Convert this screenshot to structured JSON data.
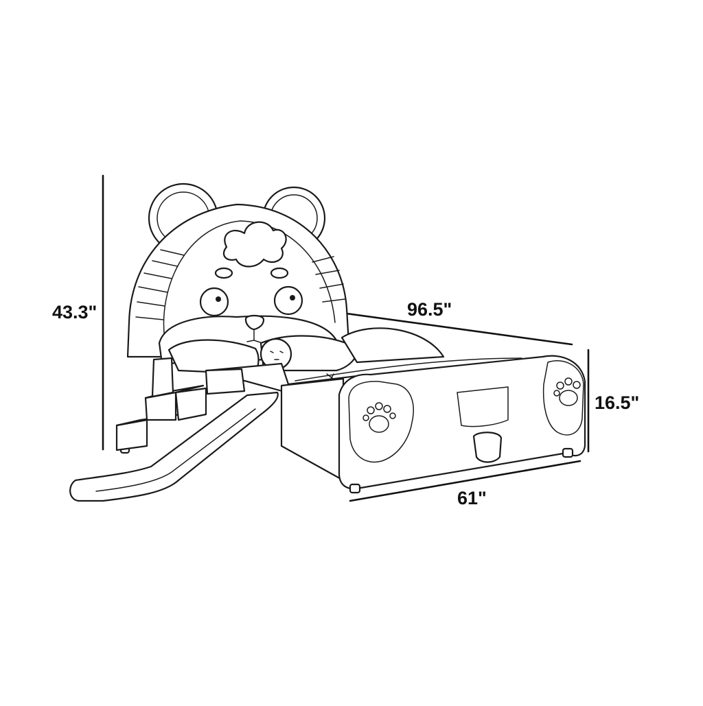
{
  "dimensions": {
    "height": "43.3\"",
    "length": "96.5\"",
    "side_height": "16.5\"",
    "width": "61\""
  },
  "colors": {
    "line": "#1a1a1a",
    "background": "#ffffff"
  }
}
